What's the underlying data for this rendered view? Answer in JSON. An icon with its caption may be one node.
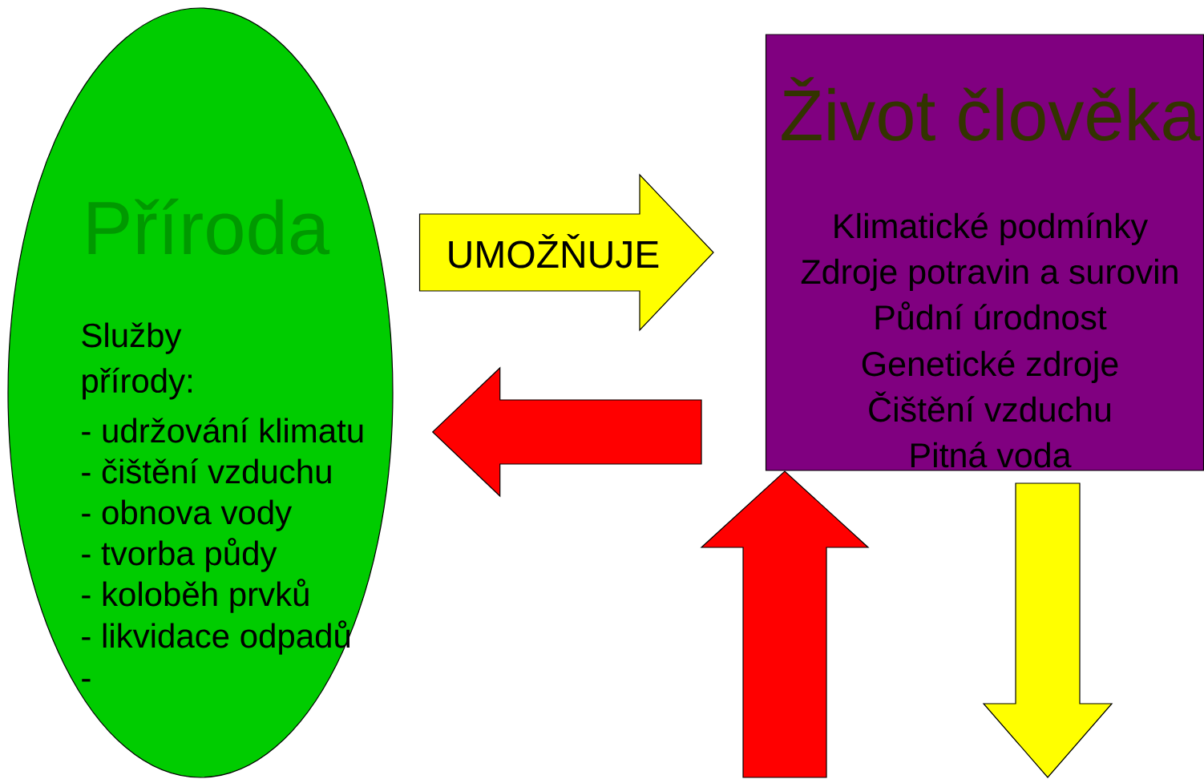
{
  "diagram": {
    "nodes": [
      {
        "text": [
          "Příroda",
          "Služby přírody:",
          "- udržování klimatu",
          "- čištění vzduchu",
          "- obnova vody",
          "- tvorba půdy",
          "- koloběh prvků",
          "- likvidace odpadů",
          "-"
        ]
      },
      {
        "text": [
          "Život člověka",
          "Klimatické podmínky",
          "Zdroje potravin a surovin",
          "Půdní úrodnost",
          "Genetické zdroje",
          "Čištění vzduchu",
          "Pitná voda"
        ]
      }
    ],
    "edges": [
      {
        "from": 0,
        "to": 1,
        "arrow": "to",
        "label": "UMOŽŇUJE",
        "color": "#ffff00"
      },
      {
        "from": 1,
        "to": 0,
        "arrow": "to",
        "color": "#ff0000"
      },
      {
        "from": null,
        "to": 1,
        "arrow": "to",
        "color": "#ff0000"
      },
      {
        "from": 1,
        "to": null,
        "arrow": "to",
        "color": "#ffff00"
      }
    ]
  }
}
